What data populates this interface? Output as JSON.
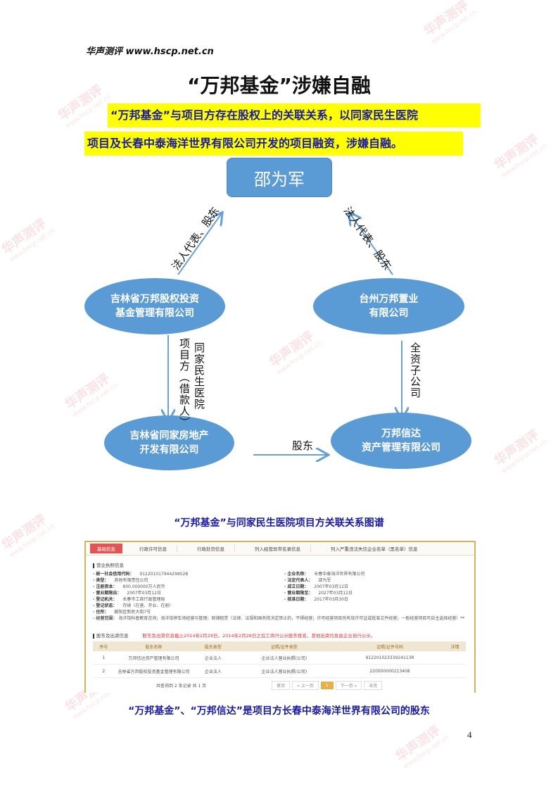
{
  "header": {
    "brand": "华声测评 www.hscp.net.cn"
  },
  "title": "“万邦基金”涉嫌自融",
  "summary": {
    "line1": "“万邦基金”与项目方存在股权上的关联关系，以同家民生医院",
    "line2": "项目及长春中泰海洋世界有限公司开发的项目融资，涉嫌自融。"
  },
  "diagram": {
    "person": "邵为军",
    "nodes": {
      "wanbang_fund_l1": "吉林省万邦股权投资",
      "wanbang_fund_l2": "基金管理有限公司",
      "taizhou_l1": "台州万邦置业",
      "taizhou_l2": "有限公司",
      "tongjia_l1": "吉林省同家房地产",
      "tongjia_l2": "开发有限公司",
      "xinda_l1": "万邦信达",
      "xinda_l2": "资产管理有限公司"
    },
    "edges": {
      "left_up": "法人代表、股东",
      "right_up": "法人代表、股东",
      "left_down_1": "同家民生医院",
      "left_down_2": "项目方（借款人）",
      "right_down": "全资子公司",
      "bottom": "股东"
    },
    "colors": {
      "node_fill": "#5b9bd5",
      "arrow": "#6a9fd4"
    }
  },
  "caption1": "“万邦基金”与同家民生医院项目方关联关系图谱",
  "registry": {
    "tabs": [
      "基础信息",
      "行政许可信息",
      "行政处罚信息",
      "列入经营异常名录信息",
      "列入严重违法失信企业名单（黑名单）信息"
    ],
    "license_title": "营业执照信息",
    "left": [
      {
        "k": "· 统一社会信用代码：",
        "v": "91220101794429852B"
      },
      {
        "k": "· 类型：",
        "v": "其他有限责任公司"
      },
      {
        "k": "· 注册资本：",
        "v": "800.000000万人民币"
      },
      {
        "k": "· 营业期限自：",
        "v": "2007年03月12日"
      },
      {
        "k": "· 登记机关：",
        "v": "长春市工商行政管理局"
      },
      {
        "k": "· 登记状态：",
        "v": "存续（在营、开业、在册）"
      },
      {
        "k": "· 住所：",
        "v": "朝阳区新民大街7号"
      }
    ],
    "right": [
      {
        "k": "· 企业名称：",
        "v": "长春中泰海洋世界有限公司"
      },
      {
        "k": "· 法定代表人：",
        "v": "邵为军"
      },
      {
        "k": "· 成立日期：",
        "v": "2007年03月12日"
      },
      {
        "k": "· 营业期限至：",
        "v": "2027年03月12日"
      },
      {
        "k": "· 核准日期：",
        "v": "2017年03月30日"
      }
    ],
    "scope_key": "· 经营范围：",
    "scope": "海洋馆科普教育咨询；海洋馆停车场经营与管理；商铺租赁（法律、法规和国务院决定禁止的，不得经营；许可经营项目凭有效许可证或批准文件经营；一般经营项目可自主选择经营）**",
    "shareholder_title": "股东及出资信息",
    "shareholder_notice": "股东及出资信息截止2014年2月28日。2014年2月28日之后工商只公示股东姓名，其他出资信息由企业自行公示。",
    "table_headers": [
      "序号",
      "股东名称",
      "股东类型",
      "证照/证件类型",
      "证照/证件号码",
      "详情"
    ],
    "rows": [
      [
        "1",
        "万邦信达资产管理有限公司",
        "企业法人",
        "企业法人营业执照(公司)",
        "91220102333924113R",
        ""
      ],
      [
        "2",
        "吉林省万邦股权投资基金管理有限公司",
        "企业法人",
        "企业法人营业执照(公司)",
        "220000000213408",
        ""
      ]
    ],
    "pager": {
      "summary": "共查询到 2 条记录 共 1 页",
      "first": "首页",
      "prev": "« 上一页",
      "current": "1",
      "next": "下一页 »",
      "last": "末页"
    }
  },
  "caption2": "“万邦基金”、“万邦信达”是项目方长春中泰海洋世界有限公司的股东",
  "page_number": "4",
  "watermark": {
    "cn": "华声测评",
    "url": "www.hscp.net.cn"
  }
}
